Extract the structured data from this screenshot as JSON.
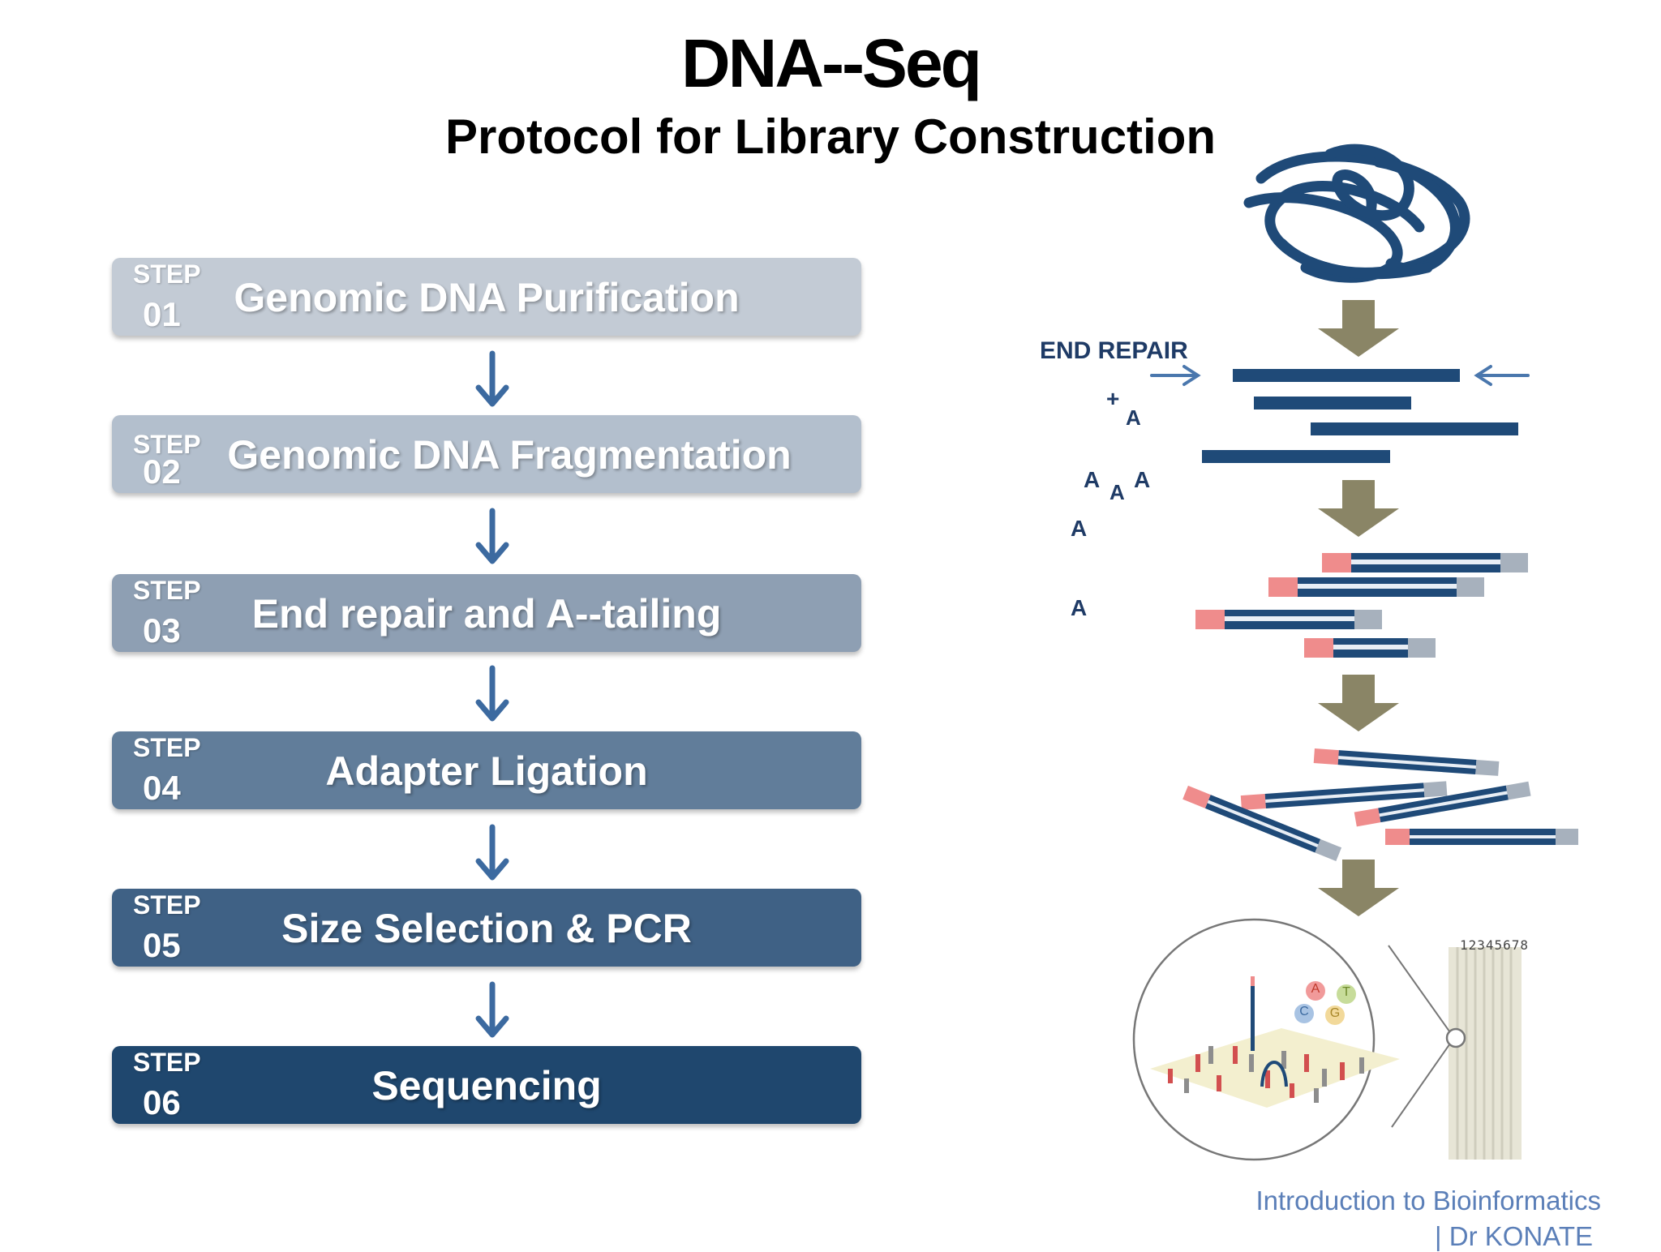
{
  "title": "DNA--Seq",
  "subtitle": "Protocol for Library Construction",
  "steps": [
    {
      "word": "STEP",
      "number": "01",
      "label": "Genomic DNA Purification"
    },
    {
      "word": "STEP",
      "number": "02",
      "label": "Genomic DNA Fragmentation"
    },
    {
      "word": "STEP",
      "number": "03",
      "label": "End repair and A--tailing"
    },
    {
      "word": "STEP",
      "number": "04",
      "label": "Adapter Ligation"
    },
    {
      "word": "STEP",
      "number": "05",
      "label": "Size Selection & PCR"
    },
    {
      "word": "STEP",
      "number": "06",
      "label": "Sequencing"
    }
  ],
  "diagram": {
    "end_repair_label": "END REPAIR",
    "plus": "+",
    "a_letter": "A",
    "lane_numbers": "12345678",
    "nucleotides": [
      "A",
      "T",
      "C",
      "G"
    ]
  },
  "footer": {
    "line1": "Introduction to Bioinformatics",
    "line2": "| Dr KONATE"
  },
  "colors": {
    "dna_navy": "#1f4a78",
    "arrow_olive": "#8a8566",
    "adapter_pink": "#ef8c8c",
    "adapter_grey": "#a7b1bd",
    "flow_arrow": "#3c6aa0"
  }
}
